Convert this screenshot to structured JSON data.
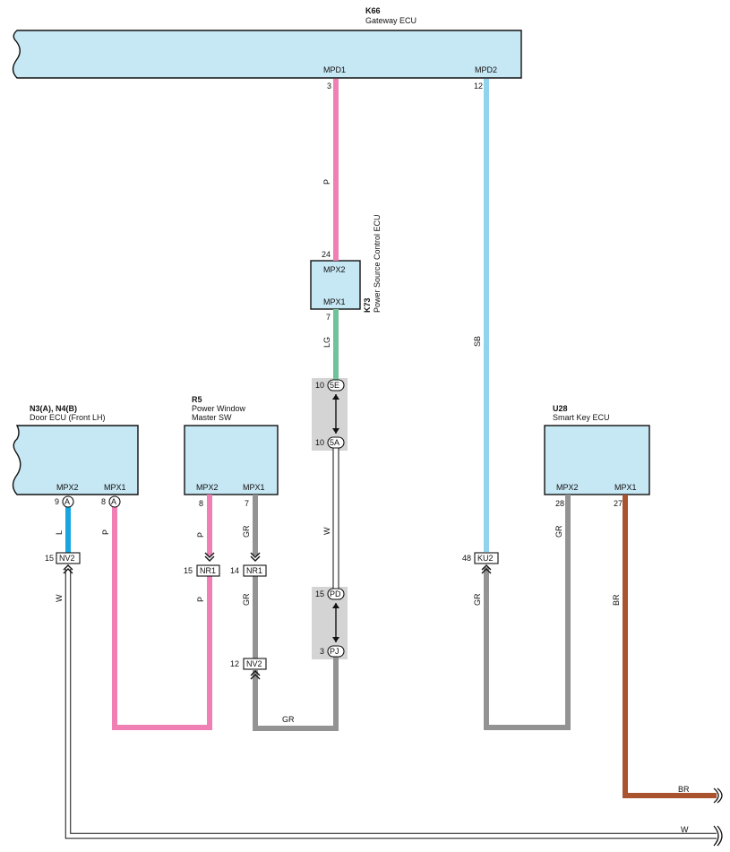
{
  "components": {
    "gateway": {
      "code": "K66",
      "name": "Gateway ECU",
      "pins": [
        {
          "name": "MPD1",
          "num": "3"
        },
        {
          "name": "MPD2",
          "num": "12"
        }
      ]
    },
    "power_source": {
      "code": "K73",
      "name": "Power Source Control ECU",
      "pins": [
        {
          "name": "MPX2",
          "num": "24"
        },
        {
          "name": "MPX1",
          "num": "7"
        }
      ]
    },
    "door_ecu": {
      "code": "N3(A), N4(B)",
      "name": "Door ECU (Front LH)",
      "pins": [
        {
          "name": "MPX2",
          "num": "9",
          "conn": "A"
        },
        {
          "name": "MPX1",
          "num": "8",
          "conn": "A"
        }
      ]
    },
    "power_window": {
      "code": "R5",
      "name_line1": "Power Window",
      "name_line2": "Master SW",
      "pins": [
        {
          "name": "MPX2",
          "num": "8"
        },
        {
          "name": "MPX1",
          "num": "7"
        }
      ]
    },
    "smart_key": {
      "code": "U28",
      "name": "Smart Key ECU",
      "pins": [
        {
          "name": "MPX2",
          "num": "28"
        },
        {
          "name": "MPX1",
          "num": "27"
        }
      ]
    }
  },
  "connectors": [
    {
      "id": "5E",
      "pin": "10"
    },
    {
      "id": "5A",
      "pin": "10"
    },
    {
      "id": "PD",
      "pin": "15"
    },
    {
      "id": "PJ",
      "pin": "3"
    },
    {
      "id": "NV2",
      "pin": "15"
    },
    {
      "id": "NR1",
      "pin": "15"
    },
    {
      "id": "NR1",
      "pin": "14"
    },
    {
      "id": "NV2",
      "pin": "12"
    },
    {
      "id": "KU2",
      "pin": "48"
    }
  ],
  "wire_labels": {
    "mpd1": "P",
    "mpx1_k73": "LG",
    "junction": "W",
    "mpd2": "SB",
    "door_mpx2": "L",
    "door_mpx1": "P",
    "door_w": "W",
    "pw_mpx2_upper": "P",
    "pw_mpx2_lower": "P",
    "pw_mpx1_upper": "GR",
    "pw_mpx1_lower": "GR",
    "pw_bottom": "GR",
    "ku2": "GR",
    "sk_mpx2": "GR",
    "sk_mpx1": "BR",
    "br_out": "BR",
    "w_out": "W"
  },
  "colors": {
    "pink": "#f07fb4",
    "green": "#6fc29a",
    "light_blue": "#8fd3ee",
    "blue": "#19a6e0",
    "gray": "#939393",
    "brown": "#a9532f",
    "white_wire": "#ffffff",
    "ecu_fill": "#c6e7f4",
    "junction_fill": "#d4d4d4"
  }
}
